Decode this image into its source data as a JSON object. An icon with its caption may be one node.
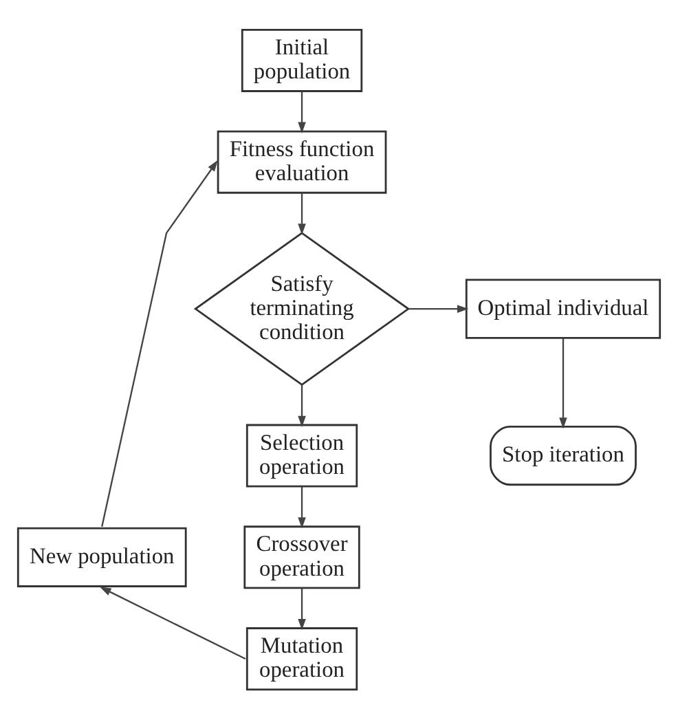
{
  "diagram": {
    "nodes": [
      {
        "text": [
          "Initial population"
        ]
      },
      {
        "text": [
          "Fitness function evaluation"
        ]
      },
      {
        "text": [
          "Satisfy terminating condition"
        ]
      },
      {
        "text": [
          "Optimal individual"
        ]
      },
      {
        "text": [
          "Stop iteration"
        ]
      },
      {
        "text": [
          "Selection operation"
        ]
      },
      {
        "text": [
          "Crossover operation"
        ]
      },
      {
        "text": [
          "Mutation operation"
        ]
      },
      {
        "text": [
          "New population"
        ]
      }
    ],
    "edges": [
      {
        "from": 0,
        "to": 1,
        "arrow": "to"
      },
      {
        "from": 1,
        "to": 2,
        "arrow": "to"
      },
      {
        "from": 2,
        "to": 3,
        "arrow": "to"
      },
      {
        "from": 3,
        "to": 4,
        "arrow": "to"
      },
      {
        "from": 2,
        "to": 5,
        "arrow": "to"
      },
      {
        "from": 5,
        "to": 6,
        "arrow": "to"
      },
      {
        "from": 6,
        "to": 7,
        "arrow": "to"
      },
      {
        "from": 7,
        "to": 8,
        "arrow": "to"
      },
      {
        "from": 8,
        "to": 1,
        "arrow": "to"
      }
    ]
  }
}
